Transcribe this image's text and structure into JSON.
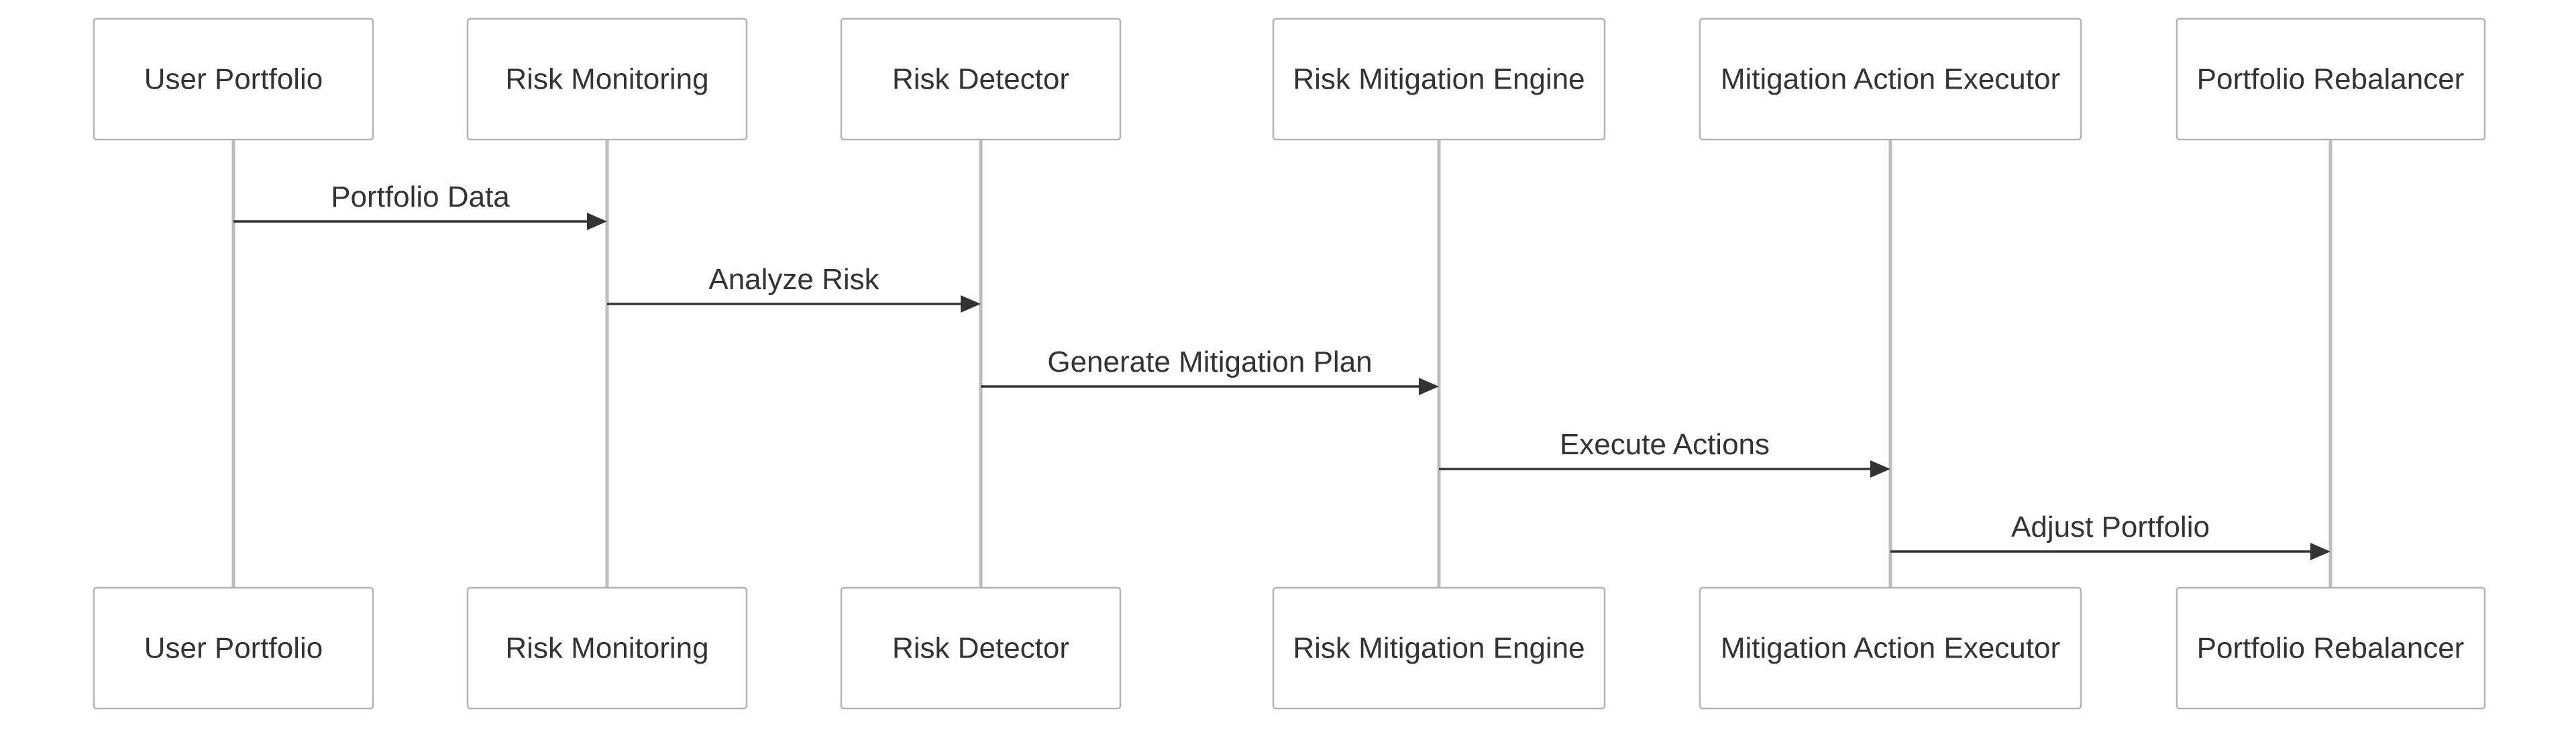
{
  "participants": [
    {
      "id": "user-portfolio",
      "label": "User Portfolio"
    },
    {
      "id": "risk-monitoring",
      "label": "Risk Monitoring"
    },
    {
      "id": "risk-detector",
      "label": "Risk Detector"
    },
    {
      "id": "risk-mitigation-engine",
      "label": "Risk Mitigation Engine"
    },
    {
      "id": "mitigation-action-executor",
      "label": "Mitigation Action Executor"
    },
    {
      "id": "portfolio-rebalancer",
      "label": "Portfolio Rebalancer"
    }
  ],
  "messages": [
    {
      "from": "user-portfolio",
      "to": "risk-monitoring",
      "label": "Portfolio Data"
    },
    {
      "from": "risk-monitoring",
      "to": "risk-detector",
      "label": "Analyze Risk"
    },
    {
      "from": "risk-detector",
      "to": "risk-mitigation-engine",
      "label": "Generate Mitigation Plan"
    },
    {
      "from": "risk-mitigation-engine",
      "to": "mitigation-action-executor",
      "label": "Execute Actions"
    },
    {
      "from": "mitigation-action-executor",
      "to": "portfolio-rebalancer",
      "label": "Adjust Portfolio"
    }
  ]
}
